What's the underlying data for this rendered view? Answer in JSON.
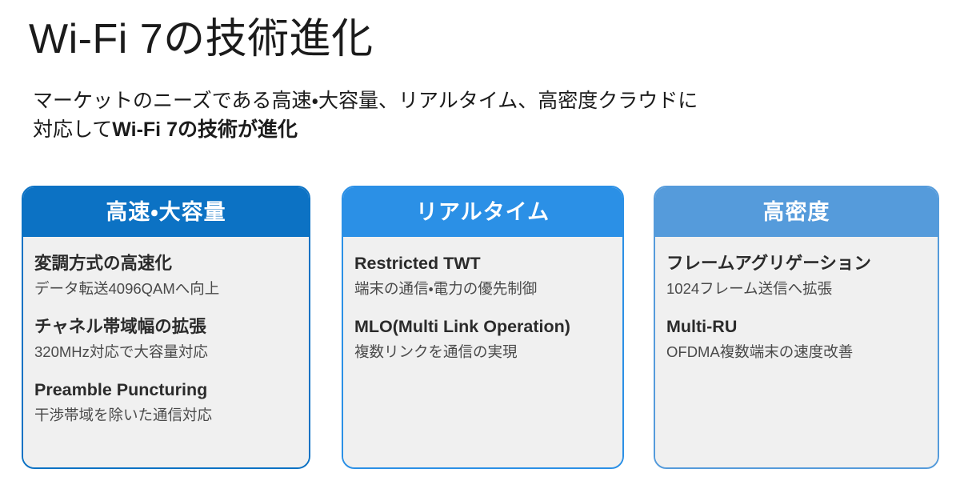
{
  "slide": {
    "title": "Wi-Fi 7の技術進化",
    "subtitle_line1": "マーケットのニーズである高速・大容量、リアルタイム、高密度クラウドに",
    "subtitle_line2_prefix": "対応して",
    "subtitle_line2_emphasis": "Wi-Fi 7の技術が進化",
    "background_color": "#FFFFFF",
    "text_color": "#1B1B1B"
  },
  "colors": {
    "card1_accent": "#0C72C4",
    "card2_accent": "#2B90E6",
    "card3_accent": "#559BDB",
    "card_body_background": "#F0F0F0",
    "header_text": "#FFFFFF",
    "entry_title": "#2B2B2B",
    "entry_desc": "#4A4A4A"
  },
  "cards": [
    {
      "header": "高速・大容量",
      "accent": "#0C72C4",
      "entries": [
        {
          "title": "変調方式の高速化",
          "desc": "データ転送4096QAMへ向上"
        },
        {
          "title": "チャネル帯域幅の拡張",
          "desc": "320MHz対応で大容量対応"
        },
        {
          "title": "Preamble Puncturing",
          "desc": "干渉帯域を除いた通信対応"
        }
      ]
    },
    {
      "header": "リアルタイム",
      "accent": "#2B90E6",
      "entries": [
        {
          "title": "Restricted TWT",
          "desc": "端末の通信・電力の優先制御"
        },
        {
          "title": "MLO(Multi Link Operation)",
          "desc": "複数リンクを通信の実現"
        }
      ]
    },
    {
      "header": "高密度",
      "accent": "#559BDB",
      "entries": [
        {
          "title": "フレームアグリゲーション",
          "desc": "1024フレーム送信へ拡張"
        },
        {
          "title": "Multi-RU",
          "desc": "OFDMA複数端末の速度改善"
        }
      ]
    }
  ]
}
